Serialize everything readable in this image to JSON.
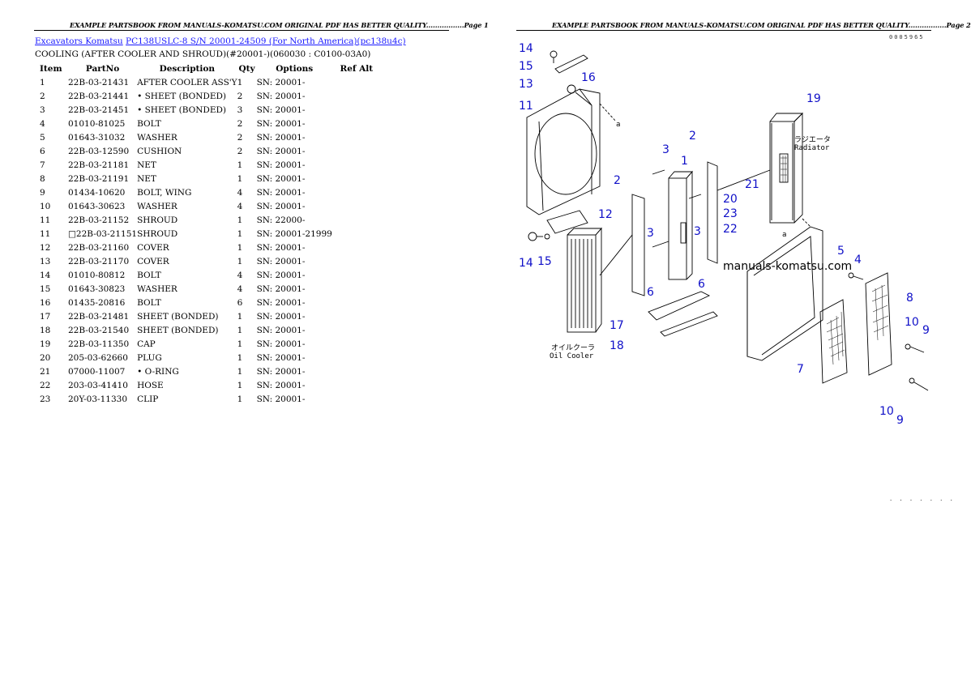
{
  "page1": {
    "header": "EXAMPLE PARTSBOOK FROM MANUALS-KOMATSU.COM ORIGINAL PDF HAS BETTER QUALITY.................Page 1",
    "breadcrumb": {
      "link1": "Excavators Komatsu",
      "link2": "PC138USLC-8 S/N 20001-24509 (For North America)(pc138u4c)"
    },
    "subtitle": "COOLING (AFTER COOLER AND SHROUD)(#20001-)(060030 : C0100-03A0)",
    "columns": [
      "Item",
      "PartNo",
      "Description",
      "Qty",
      "Options",
      "Ref Alt"
    ],
    "rows": [
      [
        "1",
        "22B-03-21431",
        "AFTER COOLER ASS'Y",
        "1",
        "SN: 20001-",
        ""
      ],
      [
        "2",
        "22B-03-21441",
        "• SHEET (BONDED)",
        "2",
        "SN: 20001-",
        ""
      ],
      [
        "3",
        "22B-03-21451",
        "• SHEET (BONDED)",
        "3",
        "SN: 20001-",
        ""
      ],
      [
        "4",
        "01010-81025",
        "BOLT",
        "2",
        "SN: 20001-",
        ""
      ],
      [
        "5",
        "01643-31032",
        "WASHER",
        "2",
        "SN: 20001-",
        ""
      ],
      [
        "6",
        "22B-03-12590",
        "CUSHION",
        "2",
        "SN: 20001-",
        ""
      ],
      [
        "7",
        "22B-03-21181",
        "NET",
        "1",
        "SN: 20001-",
        ""
      ],
      [
        "8",
        "22B-03-21191",
        "NET",
        "1",
        "SN: 20001-",
        ""
      ],
      [
        "9",
        "01434-10620",
        "BOLT, WING",
        "4",
        "SN: 20001-",
        ""
      ],
      [
        "10",
        "01643-30623",
        "WASHER",
        "4",
        "SN: 20001-",
        ""
      ],
      [
        "11",
        "22B-03-21152",
        "SHROUD",
        "1",
        "SN: 22000-",
        ""
      ],
      [
        "11",
        "□22B-03-21151",
        "SHROUD",
        "1",
        "SN: 20001-21999",
        ""
      ],
      [
        "12",
        "22B-03-21160",
        "COVER",
        "1",
        "SN: 20001-",
        ""
      ],
      [
        "13",
        "22B-03-21170",
        "COVER",
        "1",
        "SN: 20001-",
        ""
      ],
      [
        "14",
        "01010-80812",
        "BOLT",
        "4",
        "SN: 20001-",
        ""
      ],
      [
        "15",
        "01643-30823",
        "WASHER",
        "4",
        "SN: 20001-",
        ""
      ],
      [
        "16",
        "01435-20816",
        "BOLT",
        "6",
        "SN: 20001-",
        ""
      ],
      [
        "17",
        "22B-03-21481",
        "SHEET (BONDED)",
        "1",
        "SN: 20001-",
        ""
      ],
      [
        "18",
        "22B-03-21540",
        "SHEET (BONDED)",
        "1",
        "SN: 20001-",
        ""
      ],
      [
        "19",
        "22B-03-11350",
        "CAP",
        "1",
        "SN: 20001-",
        ""
      ],
      [
        "20",
        "205-03-62660",
        "PLUG",
        "1",
        "SN: 20001-",
        ""
      ],
      [
        "21",
        "07000-11007",
        "• O-RING",
        "1",
        "SN: 20001-",
        ""
      ],
      [
        "22",
        "203-03-41410",
        "HOSE",
        "1",
        "SN: 20001-",
        ""
      ],
      [
        "23",
        "20Y-03-11330",
        "CLIP",
        "1",
        "SN: 20001-",
        ""
      ]
    ]
  },
  "page2": {
    "header": "EXAMPLE PARTSBOOK FROM MANUALS-KOMATSU.COM ORIGINAL PDF HAS BETTER QUALITY.................Page 2",
    "figure_code": "0005965",
    "watermark": "manuals-komatsu.com",
    "radiator_jp": "ラジエータ",
    "radiator_en": "Radiator",
    "oilcooler_jp": "オイルクーラ",
    "oilcooler_en": "Oil Cooler",
    "callout_a": "a",
    "callouts": [
      "14",
      "15",
      "13",
      "16",
      "11",
      "12",
      "14",
      "15",
      "3",
      "1",
      "2",
      "3",
      "3",
      "2",
      "6",
      "5",
      "6",
      "17",
      "18",
      "19",
      "2",
      "21",
      "20",
      "23",
      "22",
      "5",
      "4",
      "8",
      "10",
      "9",
      "7",
      "10",
      "9"
    ]
  },
  "colors": {
    "link": "#1a1aff",
    "callout": "#1010c8"
  }
}
